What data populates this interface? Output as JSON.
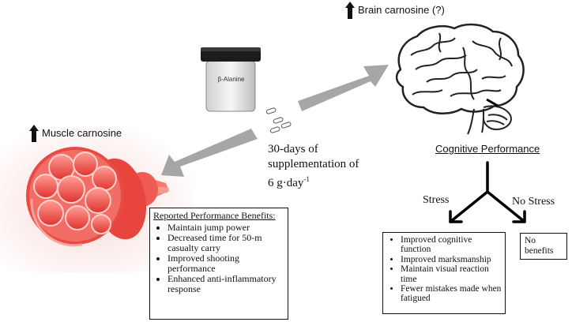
{
  "jar": {
    "label": "β-Alanine"
  },
  "brain": {
    "heading": "Brain carnosine (?)"
  },
  "muscle": {
    "heading": "Muscle carnosine"
  },
  "supplementation": {
    "line1": "30-days of",
    "line2": "supplementation of",
    "line3_prefix": "6 g·day",
    "line3_sup": "-1"
  },
  "cognitive": {
    "heading": "Cognitive Performance"
  },
  "branches": {
    "stress": "Stress",
    "no_stress": "No Stress"
  },
  "reported_box": {
    "title": "Reported Performance Benefits:",
    "items": [
      "Maintain jump power",
      "Decreased time for 50-m casualty carry",
      "Improved shooting performance",
      "Enhanced anti-inflammatory response"
    ]
  },
  "stress_box": {
    "items": [
      "Improved cognitive function",
      "Improved marksmanship",
      "Maintain visual reaction time",
      "Fewer mistakes made when fatigued"
    ]
  },
  "no_stress_box": {
    "text": "No benefits"
  },
  "colors": {
    "arrow_gray": "#a6a6a6",
    "muscle_red": "#e8413f",
    "jar_lid": "#1c1c1c"
  }
}
